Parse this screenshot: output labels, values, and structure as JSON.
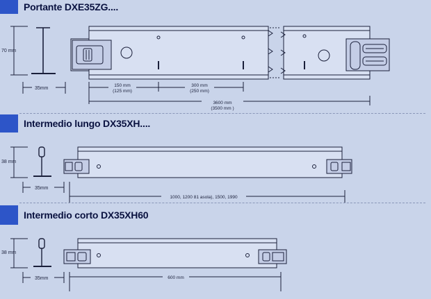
{
  "sections": [
    {
      "title": "Portante DXE35ZG....",
      "height_label": "70 mm",
      "width_label": "35mm",
      "dims": {
        "d1_a": "150 mm",
        "d1_b": "(125 mm)",
        "d2_a": "300 mm",
        "d2_b": "(250 mm)",
        "d3_a": "3600 mm",
        "d3_b": "(3500 mm )"
      }
    },
    {
      "title": "Intermedio lungo DX35XH....",
      "height_label": "38 mm",
      "width_label": "35mm",
      "dims": {
        "length": "1000, 1200 81 asola), 1500, 1990"
      }
    },
    {
      "title": "Intermedio corto DX35XH60",
      "height_label": "38 mm",
      "width_label": "35mm",
      "dims": {
        "length": "600 mm"
      }
    }
  ],
  "colors": {
    "background": "#c9d4ea",
    "accent": "#2d55c8",
    "title": "#0a1240",
    "line": "#1a1f3a"
  }
}
